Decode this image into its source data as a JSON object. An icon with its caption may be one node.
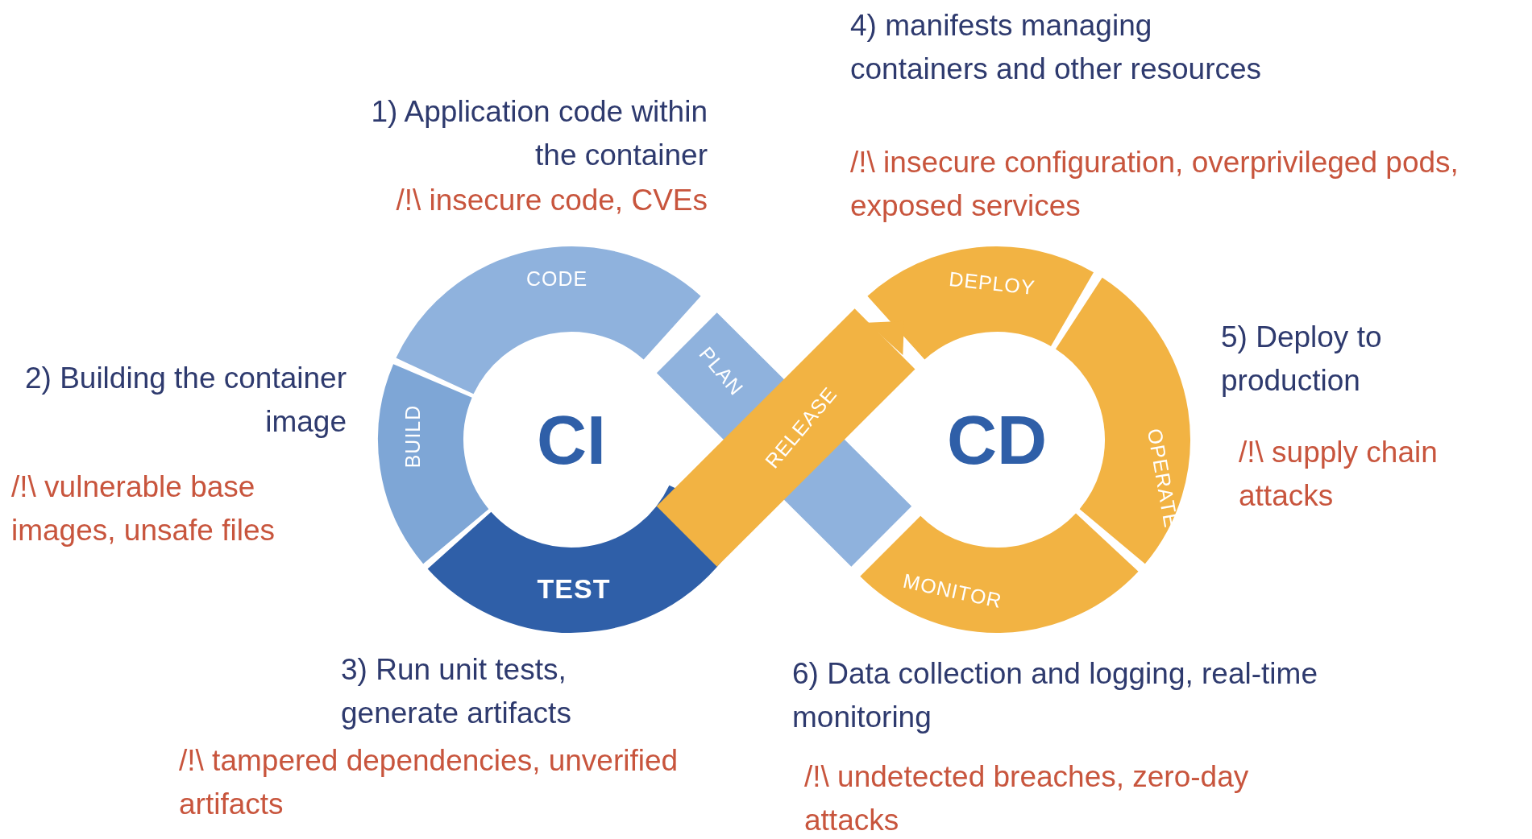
{
  "diagram": {
    "nodes": [
      {
        "text": [
          "CODE"
        ]
      },
      {
        "text": [
          "BUILD"
        ]
      },
      {
        "text": [
          "TEST"
        ]
      },
      {
        "text": [
          "PLAN"
        ]
      },
      {
        "text": [
          "RELEASE"
        ]
      },
      {
        "text": [
          "DEPLOY"
        ]
      },
      {
        "text": [
          "OPERATE"
        ]
      },
      {
        "text": [
          "MONITOR"
        ]
      }
    ],
    "labels": [
      "4) manifests managing containers and other resources",
      "1) Application code within the container",
      "/!\\ insecure code, CVEs",
      "/!\\ insecure configuration, overprivileged pods, exposed services",
      "5) Deploy to production",
      "2) Building the container image",
      "CI",
      "CD",
      "/!\\ supply chain attacks",
      "/!\\ vulnerable base images, unsafe files",
      "3) Run unit tests, generate artifacts",
      "6) Data collection and logging, real-time monitoring",
      "/!\\ tampered dependencies, unverified artifacts",
      "/!\\ undetected breaches, zero-day attacks"
    ]
  }
}
